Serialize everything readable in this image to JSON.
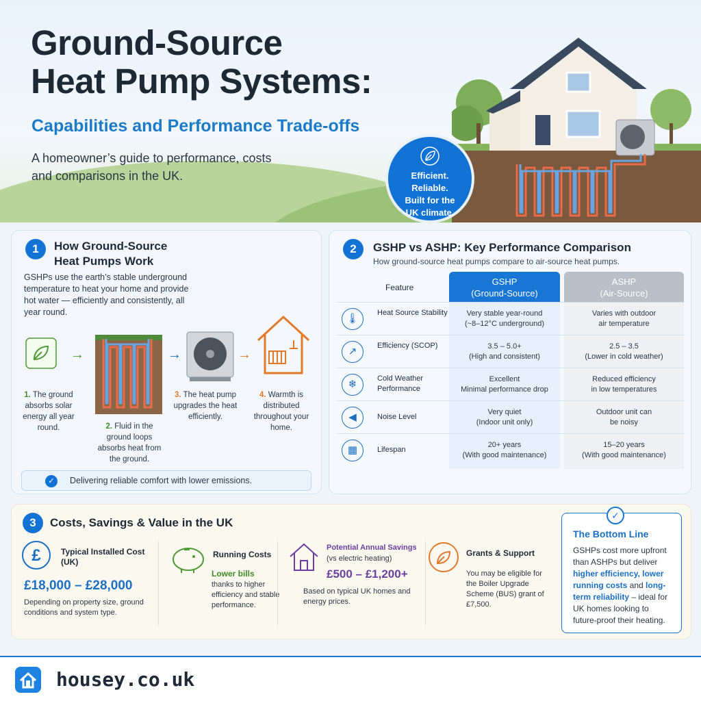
{
  "hero": {
    "title_line1": "Ground-Source",
    "title_line2": "Heat Pump Systems:",
    "subtitle": "Capabilities and Performance Trade-offs",
    "lede_line1": "A homeowner’s guide to performance, costs",
    "lede_line2": "and comparisons in the UK.",
    "badge": [
      "Efficient.",
      "Reliable.",
      "Built for the",
      "UK climate."
    ]
  },
  "section1": {
    "number": "1",
    "title_line1": "How Ground-Source",
    "title_line2": "Heat Pumps Work",
    "description": "GSHPs use the earth’s stable underground temperature to heat your home and provide hot water — efficiently and consistently, all year round.",
    "steps": [
      {
        "num": "1.",
        "text": "The ground absorbs solar energy all year round."
      },
      {
        "num": "2.",
        "text": "Fluid in the ground loops absorbs heat from the ground."
      },
      {
        "num": "3.",
        "text": "The heat pump upgrades the heat efficiently."
      },
      {
        "num": "4.",
        "text": "Warmth is distributed throughout your home."
      }
    ],
    "footer_note": "Delivering reliable comfort with lower emissions."
  },
  "section2": {
    "number": "2",
    "title": "GSHP vs ASHP:  Key Performance Comparison",
    "subtitle": "How ground-source heat pumps compare to air-source heat pumps.",
    "feature_header": "Feature",
    "gshp_header_1": "GSHP",
    "gshp_header_2": "(Ground-Source)",
    "ashp_header_1": "ASHP",
    "ashp_header_2": "(Air-Source)",
    "rows": [
      {
        "icon": "thermometer-icon",
        "feature": "Heat Source Stability",
        "gshp": [
          "Very stable year-round",
          "(~8–12°C underground)"
        ],
        "ashp": [
          "Varies with outdoor",
          "air temperature"
        ]
      },
      {
        "icon": "efficiency-chart-icon",
        "feature": "Efficiency (SCOP)",
        "gshp": [
          "3.5 – 5.0+",
          "(High and consistent)"
        ],
        "ashp": [
          "2.5 – 3.5",
          "(Lower in cold weather)"
        ]
      },
      {
        "icon": "snowflake-icon",
        "feature": "Cold Weather Performance",
        "gshp": [
          "Excellent",
          "Minimal performance drop"
        ],
        "ashp": [
          "Reduced efficiency",
          "in low temperatures"
        ]
      },
      {
        "icon": "speaker-icon",
        "feature": "Noise Level",
        "gshp": [
          "Very quiet",
          "(Indoor unit only)"
        ],
        "ashp": [
          "Outdoor unit can",
          "be noisy"
        ]
      },
      {
        "icon": "calendar-icon",
        "feature": "Lifespan",
        "gshp": [
          "20+ years",
          "(With good maintenance)"
        ],
        "ashp": [
          "15–20 years",
          "(With good maintenance)"
        ]
      }
    ]
  },
  "section3": {
    "number": "3",
    "title": "Costs, Savings & Value in the UK",
    "installed": {
      "title": "Typical Installed Cost (UK)",
      "value": "£18,000 – £28,000",
      "note": "Depending on property size, ground conditions and system type."
    },
    "running": {
      "title": "Running Costs",
      "highlight": "Lower bills",
      "note": "thanks to higher efficiency and stable performance."
    },
    "savings": {
      "title": "Potential Annual Savings",
      "qualifier": "(vs electric heating)",
      "value": "£500 – £1,200+",
      "note": "Based on typical UK homes and energy prices."
    },
    "grants": {
      "title": "Grants & Support",
      "note": "You may be eligible for the Boiler Upgrade Scheme (BUS) grant of £7,500."
    },
    "bottom_line": {
      "title": "The Bottom Line",
      "t1": "GSHPs cost more upfront than ASHPs but deliver ",
      "h1": "higher efficiency, lower running costs",
      "t2": " and ",
      "h2": "long-term reliability",
      "t3": " – ideal for UK homes looking to future-proof their heating."
    }
  },
  "footer": {
    "brand": "housey.co.uk"
  },
  "colors": {
    "accent": "#1273d4",
    "green": "#3f8a2a",
    "orange": "#e07a2a",
    "purple": "#6a3fa0"
  }
}
